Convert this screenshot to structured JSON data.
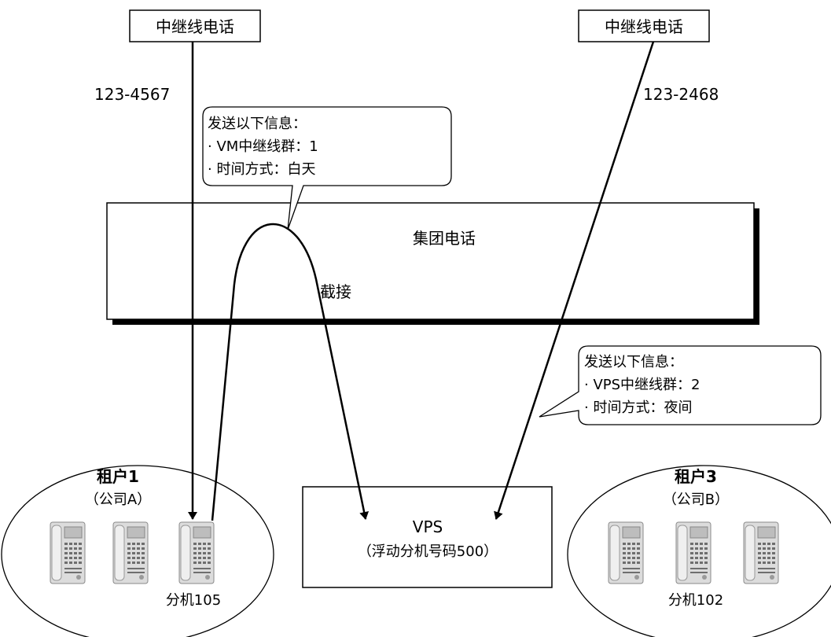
{
  "trunk_left": {
    "label": "中继线电话",
    "number": "123-4567"
  },
  "trunk_right": {
    "label": "中继线电话",
    "number": "123-2468"
  },
  "callout_left": {
    "lines": [
      "发送以下信息：",
      "· VM中继线群：1",
      "· 时间方式：白天"
    ]
  },
  "callout_right": {
    "lines": [
      "发送以下信息：",
      "· VPS中继线群：2",
      "· 时间方式：夜间"
    ]
  },
  "pbx": {
    "label": "集团电话",
    "intercept_label": "截接"
  },
  "tenant1": {
    "title": "租户1",
    "subtitle": "（公司A）",
    "extension": "分机105"
  },
  "tenant3": {
    "title": "租户3",
    "subtitle": "（公司B）",
    "extension": "分机102"
  },
  "vps": {
    "title": "VPS",
    "subtitle": "（浮动分机号码500）"
  }
}
